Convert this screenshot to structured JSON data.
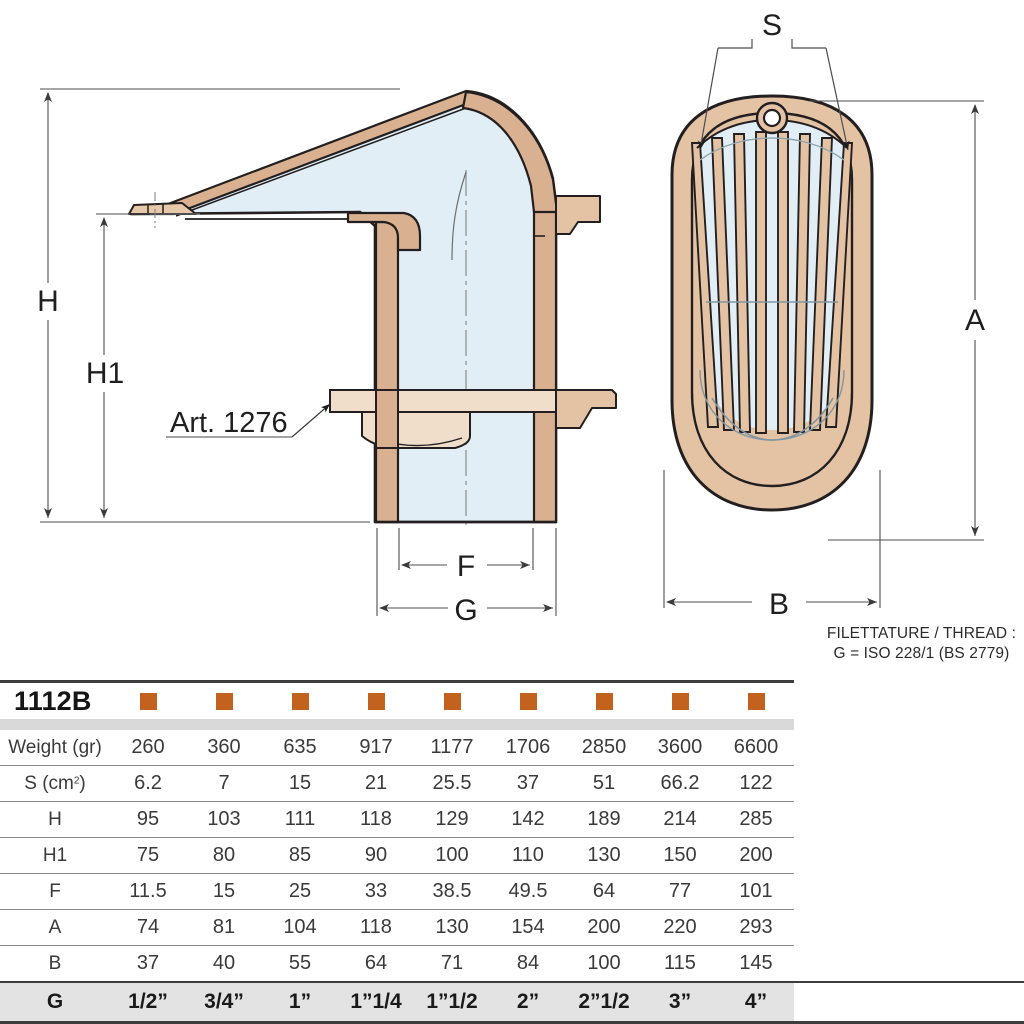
{
  "drawing": {
    "labels": {
      "h": "H",
      "h1": "H1",
      "f": "F",
      "g": "G",
      "a": "A",
      "b": "B",
      "s": "S",
      "art": "Art. 1276"
    },
    "colors": {
      "body_tan": "#e4c3a5",
      "body_tan_dark": "#d7ae8a",
      "glass_blue": "#e1eef5",
      "outline": "#231f20",
      "dim_line": "#4d4d4d",
      "accent_orange": "#c1621f",
      "band_gray": "#d9d9d9",
      "g_row_gray": "#e3e3e3"
    }
  },
  "thread_note": {
    "line1": "FILETTATURE / THREAD :",
    "line2": "G = ISO 228/1 (BS 2779)"
  },
  "table": {
    "model": "1112B",
    "row_labels": {
      "weight": "Weight (gr)",
      "s": "S (cm",
      "s_sup": "2",
      "s_close": ")",
      "h": "H",
      "h1": "H1",
      "f": "F",
      "a": "A",
      "b": "B",
      "g": "G"
    },
    "rows": [
      {
        "key": "weight",
        "label": "Weight (gr)",
        "values": [
          "260",
          "360",
          "635",
          "917",
          "1177",
          "1706",
          "2850",
          "3600",
          "6600"
        ]
      },
      {
        "key": "s",
        "label": "S (cm2)",
        "values": [
          "6.2",
          "7",
          "15",
          "21",
          "25.5",
          "37",
          "51",
          "66.2",
          "122"
        ]
      },
      {
        "key": "h",
        "label": "H",
        "values": [
          "95",
          "103",
          "111",
          "118",
          "129",
          "142",
          "189",
          "214",
          "285"
        ]
      },
      {
        "key": "h1",
        "label": "H1",
        "values": [
          "75",
          "80",
          "85",
          "90",
          "100",
          "110",
          "130",
          "150",
          "200"
        ]
      },
      {
        "key": "f",
        "label": "F",
        "values": [
          "11.5",
          "15",
          "25",
          "33",
          "38.5",
          "49.5",
          "64",
          "77",
          "101"
        ]
      },
      {
        "key": "a",
        "label": "A",
        "values": [
          "74",
          "81",
          "104",
          "118",
          "130",
          "154",
          "200",
          "220",
          "293"
        ]
      },
      {
        "key": "b",
        "label": "B",
        "values": [
          "37",
          "40",
          "55",
          "64",
          "71",
          "84",
          "100",
          "115",
          "145"
        ]
      }
    ],
    "g_row": {
      "label": "G",
      "values": [
        "1/2”",
        "3/4”",
        "1”",
        "1”1/4",
        "1”1/2",
        "2”",
        "2”1/2",
        "3”",
        "4”"
      ]
    }
  }
}
